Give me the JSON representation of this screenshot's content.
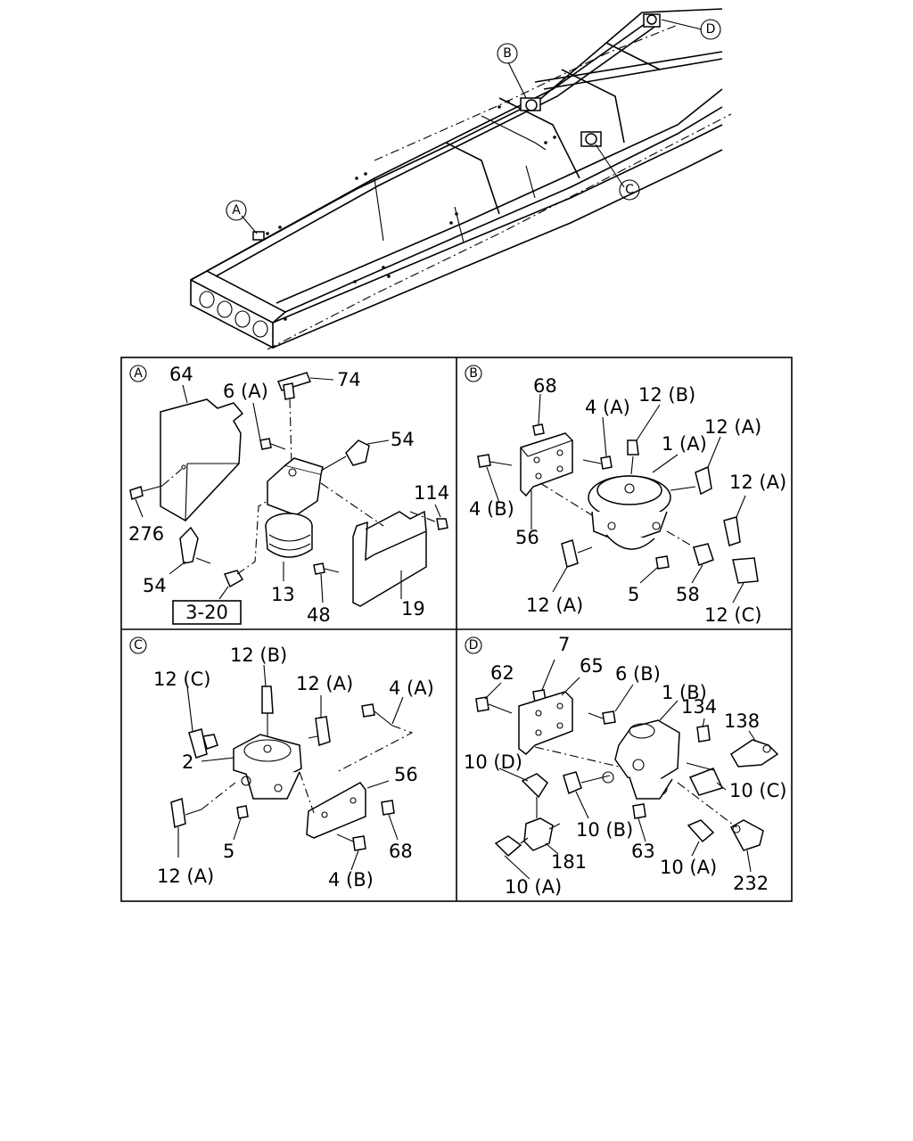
{
  "overview": {
    "callouts": [
      "A",
      "B",
      "C",
      "D"
    ]
  },
  "panels": {
    "A": {
      "letter": "A",
      "labels": [
        "64",
        "6 (A)",
        "74",
        "54",
        "276",
        "114",
        "54",
        "13",
        "48",
        "19"
      ],
      "ref_box": "3-20"
    },
    "B": {
      "letter": "B",
      "labels": [
        "68",
        "4 (A)",
        "12 (B)",
        "1 (A)",
        "12 (A)",
        "12 (A)",
        "4 (B)",
        "56",
        "12 (A)",
        "5",
        "58",
        "12 (C)"
      ]
    },
    "C": {
      "letter": "C",
      "labels": [
        "12 (B)",
        "12 (C)",
        "12 (A)",
        "4 (A)",
        "2",
        "56",
        "5",
        "68",
        "12 (A)",
        "4 (B)"
      ]
    },
    "D": {
      "letter": "D",
      "labels": [
        "7",
        "65",
        "62",
        "6 (B)",
        "1 (B)",
        "134",
        "138",
        "10 (D)",
        "10 (C)",
        "10 (B)",
        "63",
        "181",
        "10 (A)",
        "10 (A)",
        "232"
      ]
    }
  }
}
